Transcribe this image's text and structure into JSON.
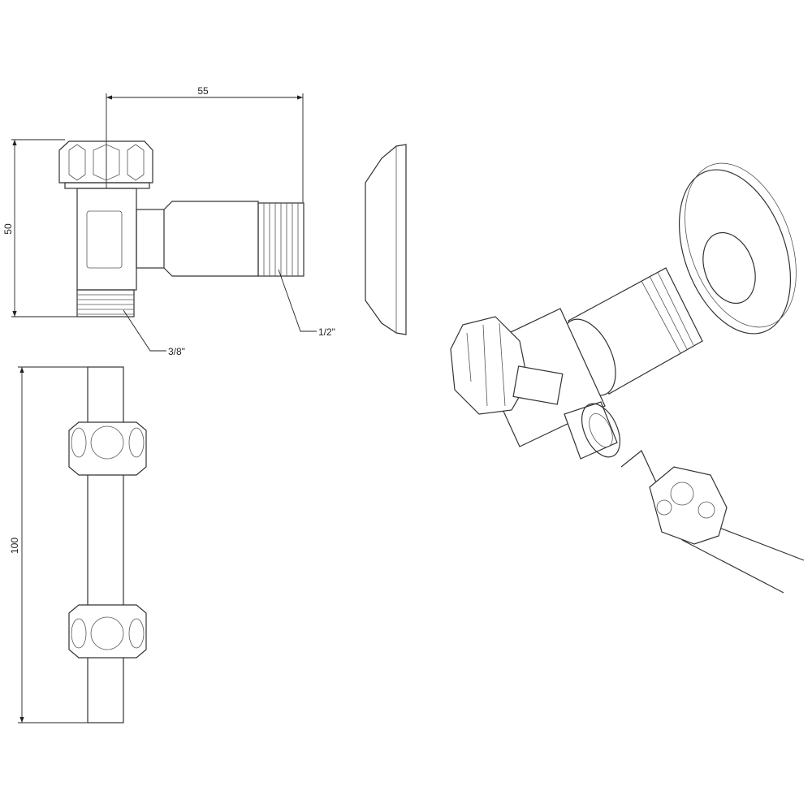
{
  "dimensions": {
    "width_valve": "55",
    "height_valve": "50",
    "outlet_thread": "3/8\"",
    "inlet_thread": "1/2\"",
    "hose_length": "100"
  }
}
